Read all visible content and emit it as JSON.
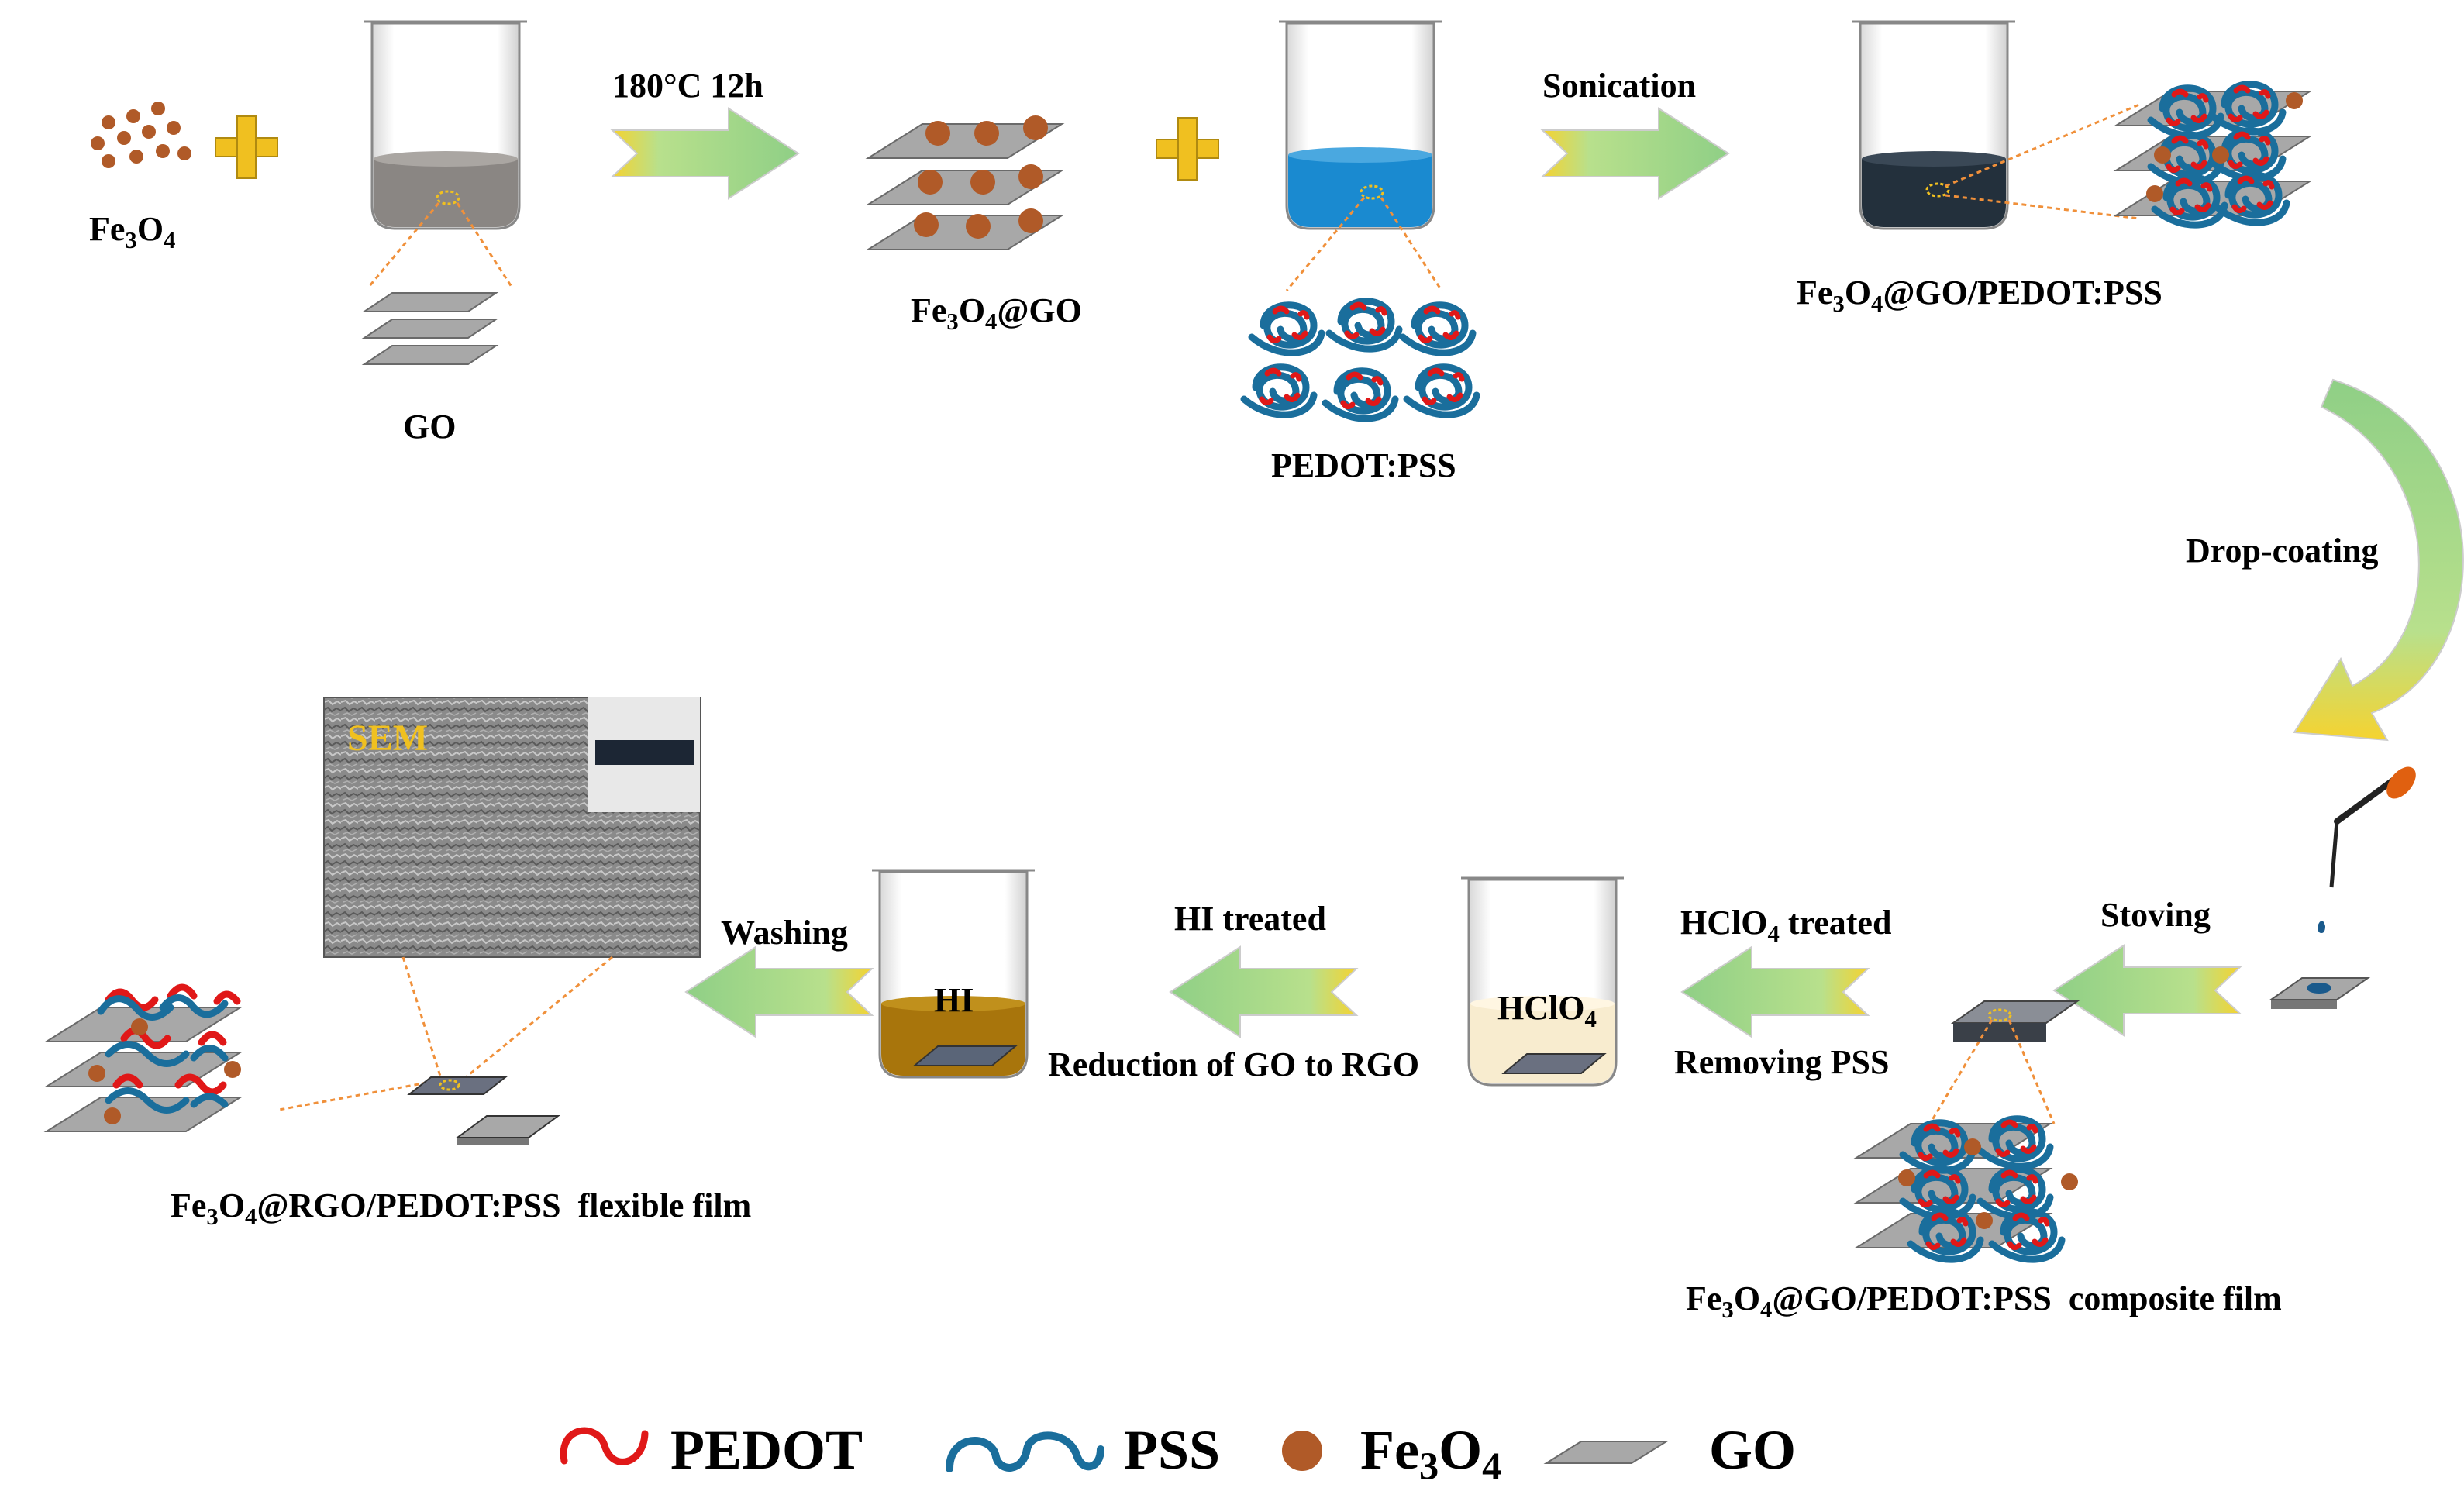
{
  "labels": {
    "fe3o4": {
      "main": "Fe",
      "s1": "3",
      "mid": "O",
      "s2": "4"
    },
    "go": "GO",
    "step1": "180°C 12h",
    "fe3o4_go": {
      "a": "Fe",
      "s1": "3",
      "b": "O",
      "s2": "4",
      "c": "@GO"
    },
    "pedot_pss": "PEDOT:PSS",
    "sonication": "Sonication",
    "fe3o4_go_pedot": {
      "a": "Fe",
      "s1": "3",
      "b": "O",
      "s2": "4",
      "c": "@GO/PEDOT:PSS"
    },
    "drop_coating": "Drop-coating",
    "stoving": "Stoving",
    "composite_film": {
      "a": "Fe",
      "s1": "3",
      "b": "O",
      "s2": "4",
      "c": "@GO/PEDOT:PSS  composite film"
    },
    "hclo4_treated": {
      "a": "HClO",
      "s1": "4",
      "c": " treated"
    },
    "removing_pss": "Removing PSS",
    "hclo4_beaker": {
      "a": "HClO",
      "s1": "4"
    },
    "hi_treated": "HI treated",
    "reduction": "Reduction of GO to RGO",
    "hi_beaker": "HI",
    "washing": "Washing",
    "sem": "SEM",
    "flexible_film": {
      "a": "Fe",
      "s1": "3",
      "b": "O",
      "s2": "4",
      "c": "@RGO/PEDOT:PSS  flexible film"
    }
  },
  "legend": {
    "pedot": "PEDOT",
    "pss": "PSS",
    "fe3o4": {
      "a": "Fe",
      "s1": "3",
      "b": "O",
      "s2": "4"
    },
    "go": "GO"
  },
  "colors": {
    "arrow_fill": "#9fd58a",
    "arrow_yellow": "#f5d330",
    "plus": "#f0c020",
    "particle": "#b05a28",
    "sheet": "#a8a8a8",
    "pedot": "#e01818",
    "pss": "#1a6e9c",
    "callout": "#f0903a",
    "go_liquid": "#8a8683",
    "pedot_liquid": "#1a8ad0",
    "mix_liquid": "#23303c",
    "hclo4_liquid": "#f8eccf",
    "hi_liquid": "#a8750c"
  }
}
